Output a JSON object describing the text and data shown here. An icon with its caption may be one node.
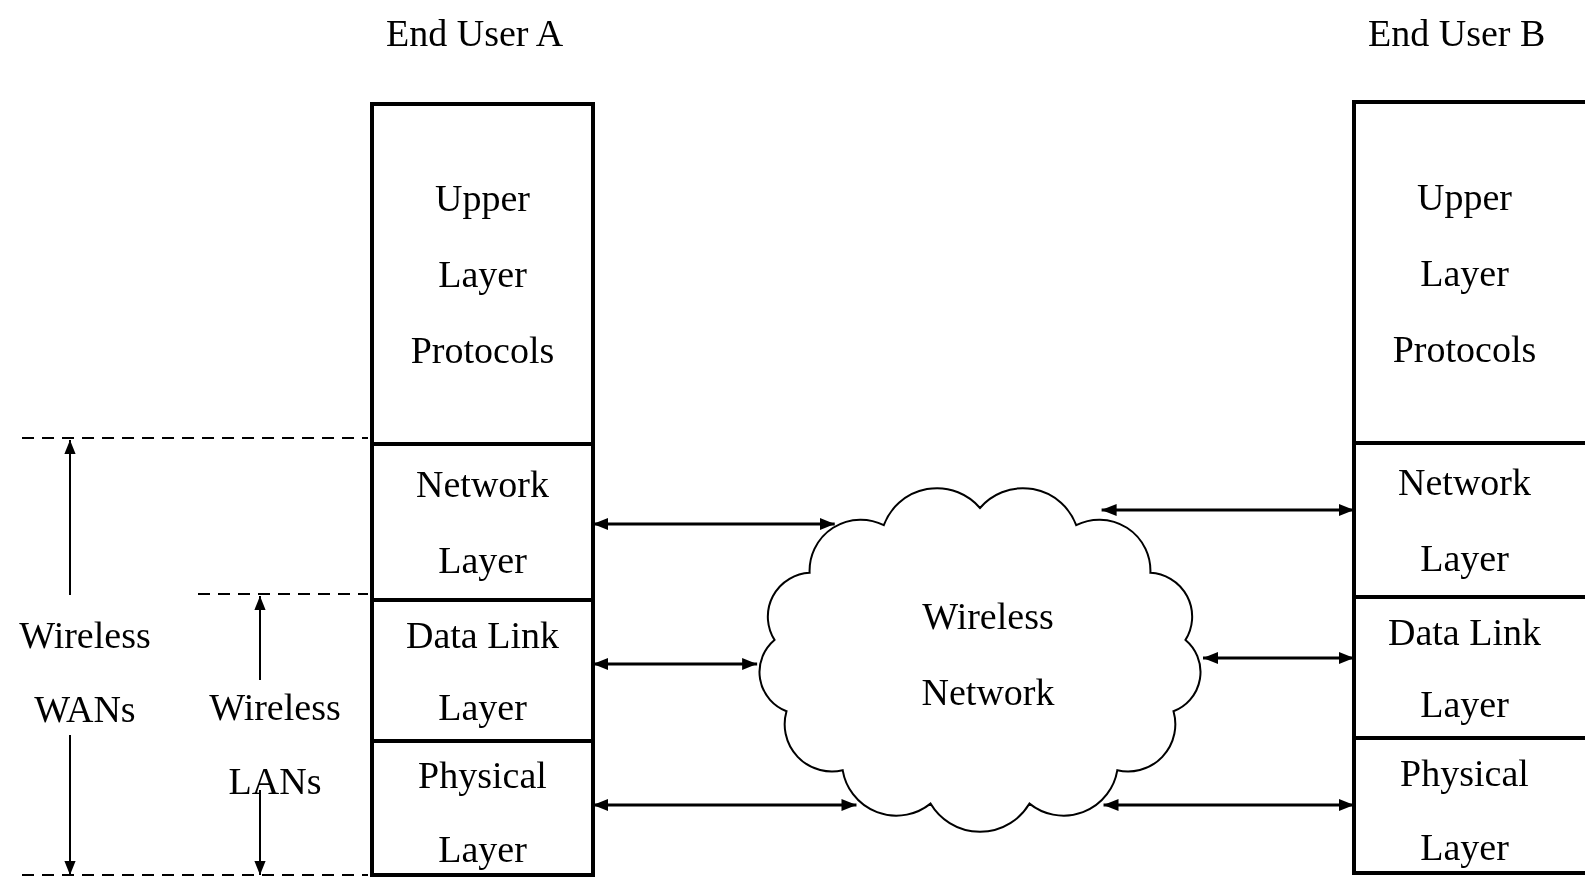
{
  "diagram": {
    "nodes": [
      {
        "text": [
          "End User A"
        ]
      },
      {
        "text": [
          "Upper Layer Protocols"
        ],
        "in": 0
      },
      {
        "text": [
          "Network Layer"
        ],
        "in": 0
      },
      {
        "text": [
          "Data Link Layer"
        ],
        "in": 0
      },
      {
        "text": [
          "Physical Layer"
        ],
        "in": 0
      },
      {
        "text": [
          "Wireless Network"
        ]
      },
      {
        "text": [
          "End User B"
        ]
      },
      {
        "text": [
          "Upper Layer Protocols"
        ],
        "in": 6
      },
      {
        "text": [
          "Network Layer"
        ],
        "in": 6
      },
      {
        "text": [
          "Data Link Layer"
        ],
        "in": 6
      },
      {
        "text": [
          "Physical Layer"
        ],
        "in": 6
      }
    ],
    "edges": [
      {
        "from": 2,
        "to": 5,
        "arrow": "both"
      },
      {
        "from": 3,
        "to": 5,
        "arrow": "both"
      },
      {
        "from": 4,
        "to": 5,
        "arrow": "both"
      },
      {
        "from": 5,
        "to": 8,
        "arrow": "both"
      },
      {
        "from": 5,
        "to": 9,
        "arrow": "both"
      },
      {
        "from": 5,
        "to": 10,
        "arrow": "both"
      }
    ],
    "labels": [
      "Wireless WANs",
      "Wireless LANs"
    ]
  }
}
